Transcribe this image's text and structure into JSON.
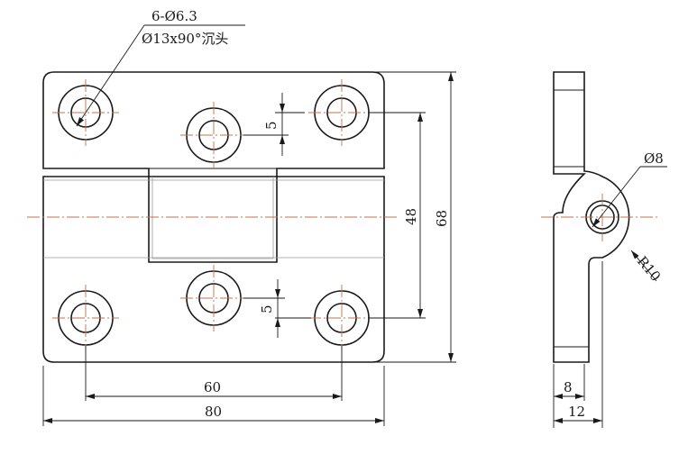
{
  "drawing": {
    "note_holes": "6-Ø6.3",
    "note_countersink": "Ø13x90°沉头",
    "dims": {
      "hole_spacing_x": "60",
      "overall_width": "80",
      "hole_spacing_y": "48",
      "overall_height": "68",
      "offset_top": "5",
      "offset_bottom": "5",
      "pin_diameter": "Ø8",
      "knuckle_radius": "R10",
      "plate_thickness": "8",
      "overall_depth": "12"
    }
  }
}
